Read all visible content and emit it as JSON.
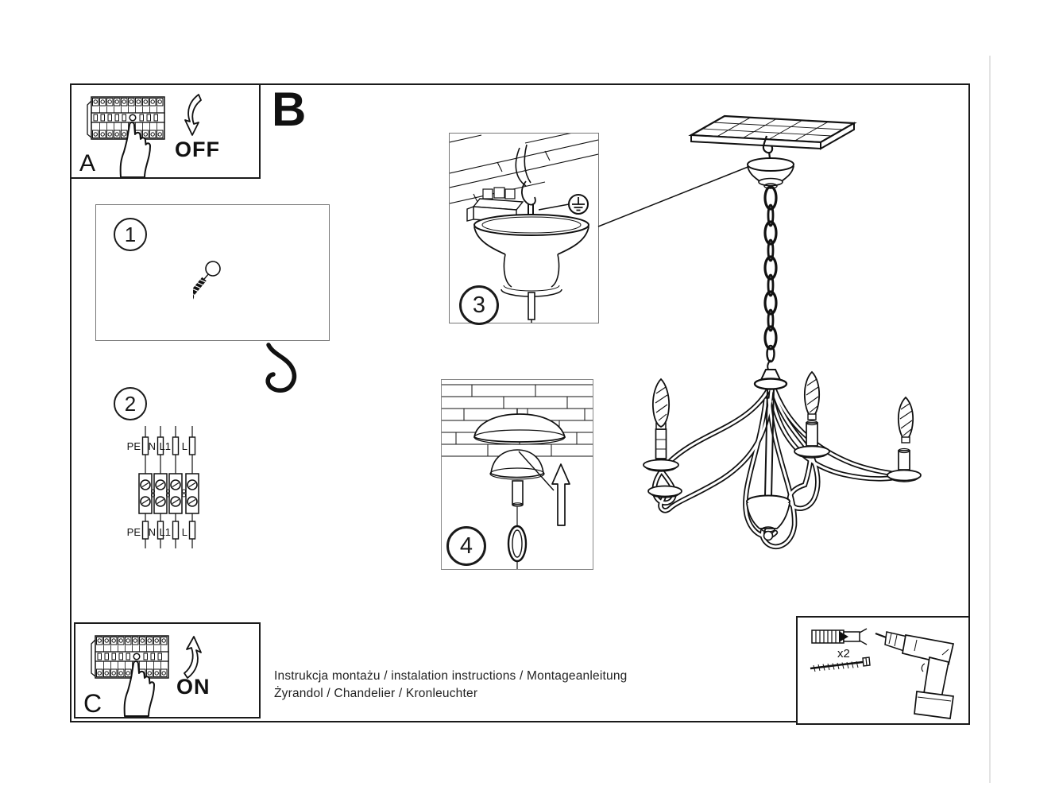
{
  "document": {
    "captions": {
      "line1": "Instrukcja montażu / instalation instructions / Montageanleitung",
      "line2": "Żyrandol / Chandelier / Kronleuchter"
    }
  },
  "panels": {
    "a": {
      "label": "A",
      "action": "OFF"
    },
    "b": {
      "label": "B"
    },
    "c": {
      "label": "C",
      "action": "ON"
    }
  },
  "steps": {
    "1": {
      "number": "1"
    },
    "2": {
      "number": "2"
    },
    "3": {
      "number": "3"
    },
    "4": {
      "number": "4"
    }
  },
  "wiring": {
    "top_labels": [
      "PE",
      "N",
      "L1",
      "L"
    ],
    "bottom_labels": [
      "PE",
      "N",
      "L1",
      "L"
    ]
  },
  "tools": {
    "anchor_quantity": "x2"
  },
  "colors": {
    "ink": "#1a1a1a",
    "paper": "#ffffff",
    "box_border_light": "#777777"
  }
}
